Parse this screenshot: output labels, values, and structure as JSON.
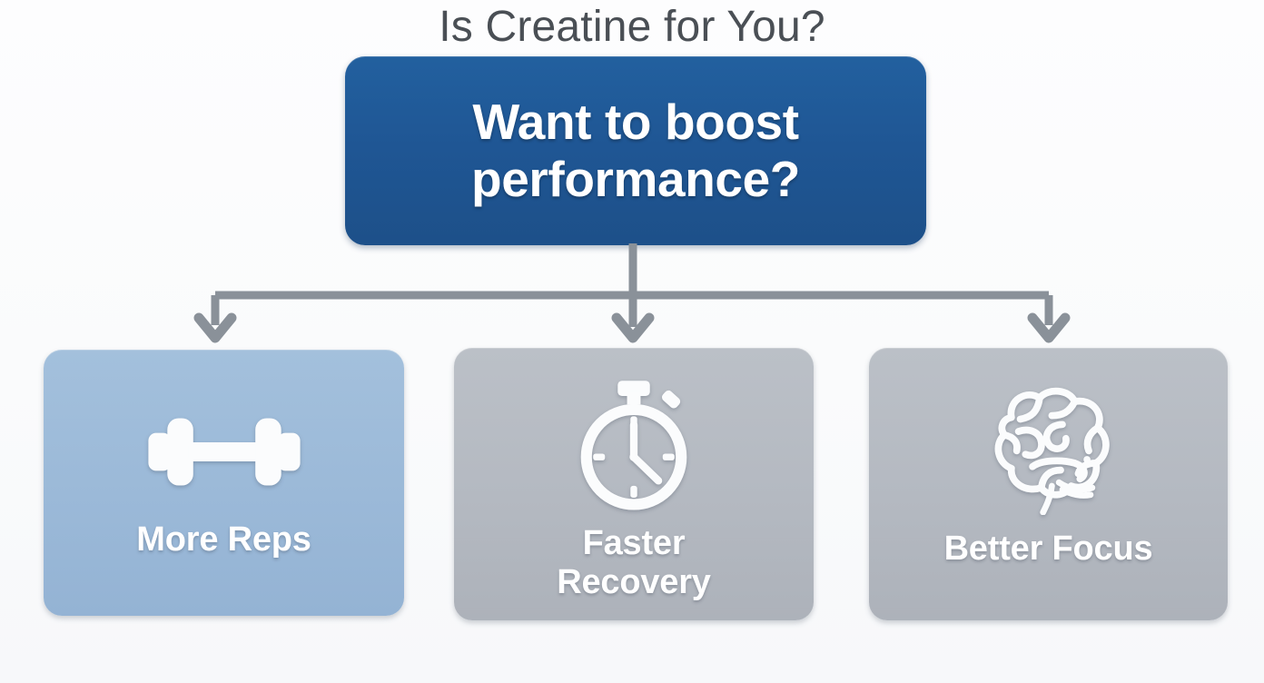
{
  "page": {
    "title": "Is Creatine for You?",
    "background_color": "#fafbfc",
    "title_color": "#4a4f55"
  },
  "root": {
    "line1": "Want to boost",
    "line2": "performance?",
    "color": "#1f5694",
    "text_color": "#ffffff"
  },
  "connector": {
    "color": "#8a9199",
    "style": "tree-with-arrowheads"
  },
  "cards": [
    {
      "id": "more-reps",
      "line1": "More Reps",
      "line2": "",
      "icon": "dumbbell-icon",
      "color": "#9bb9d8",
      "text_color": "#ffffff"
    },
    {
      "id": "faster-recovery",
      "line1": "Faster",
      "line2": "Recovery",
      "icon": "stopwatch-icon",
      "color": "#b4b9c1",
      "text_color": "#ffffff"
    },
    {
      "id": "better-focus",
      "line1": "Better Focus",
      "line2": "",
      "icon": "brain-icon",
      "color": "#b4b9c1",
      "text_color": "#ffffff"
    }
  ]
}
